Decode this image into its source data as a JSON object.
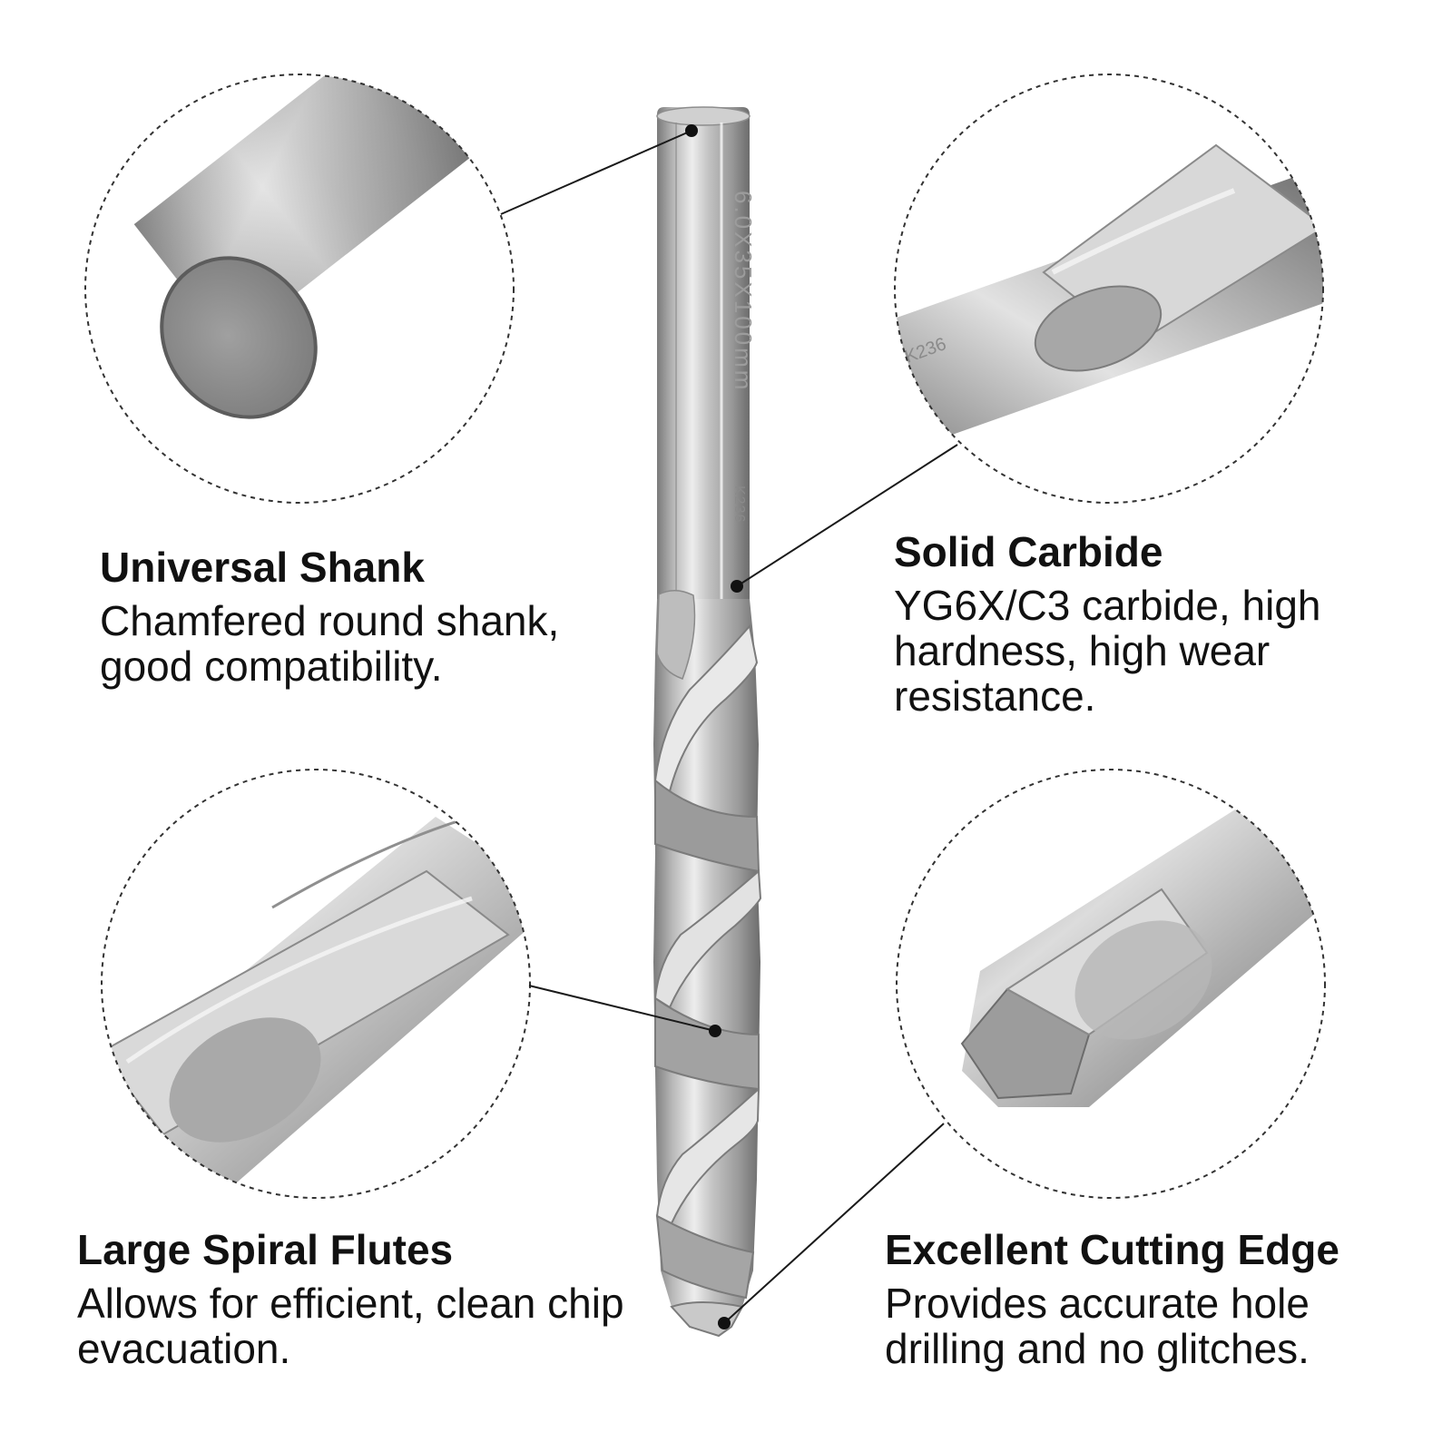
{
  "features": {
    "shank": {
      "title": "Universal Shank",
      "desc": "Chamfered round shank, good compatibility."
    },
    "carbide": {
      "title": "Solid Carbide",
      "desc": "YG6X/C3 carbide, high hardness, high wear resistance."
    },
    "flutes": {
      "title": "Large Spiral Flutes",
      "desc": "Allows for efficient, clean chip evacuation."
    },
    "edge": {
      "title": "Excellent Cutting Edge",
      "desc": "Provides accurate hole drilling and no glitches."
    }
  },
  "drill": {
    "engraving_main": "6.0X35X100mm",
    "engraving_code": "K236"
  },
  "colors": {
    "text": "#111111",
    "callout_line": "#1a1a1a",
    "steel_dark": "#6f6f6f",
    "steel_mid": "#a4a4a4",
    "steel_light": "#e6e6e6",
    "background": "#ffffff"
  }
}
